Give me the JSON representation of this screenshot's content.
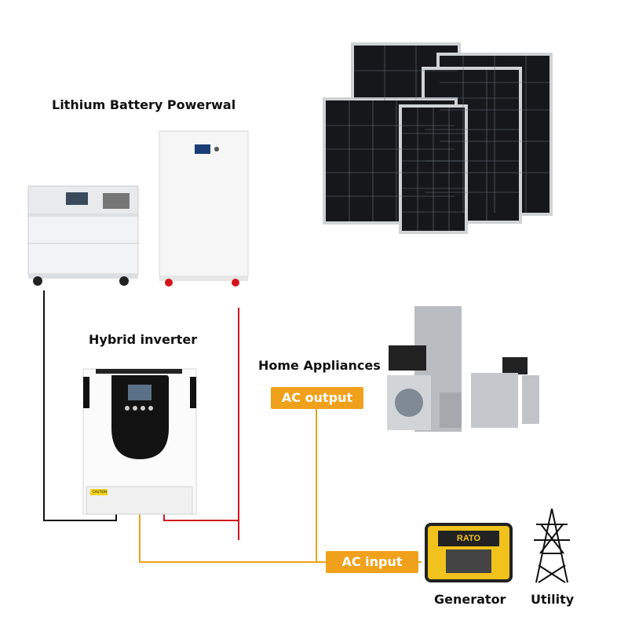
{
  "labels": {
    "battery": "Lithium Battery Powerwal",
    "inverter": "Hybrid inverter",
    "appliances": "Home Appliances",
    "ac_output": "AC output",
    "ac_input": "AC input",
    "generator": "Generator",
    "utility": "Utility"
  },
  "generator_brand": "RATO",
  "caution_text": "CAUTION",
  "colors": {
    "wire_black": "#111111",
    "wire_red": "#d4141c",
    "wire_orange": "#f0a11c",
    "tag_bg": "#f0a11c"
  }
}
